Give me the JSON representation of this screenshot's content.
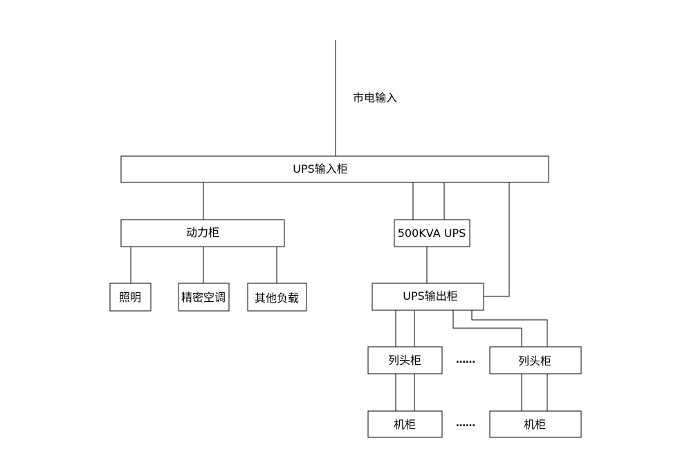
{
  "diagram": {
    "mains_input_label": "市电输入",
    "ups_input_cabinet": "UPS输入柜",
    "power_cabinet": "动力柜",
    "ups_unit": "500KVA UPS",
    "lighting": "照明",
    "precision_ac": "精密空调",
    "other_loads": "其他负载",
    "ups_output_cabinet": "UPS输出柜",
    "row_head_cabinet_left": "列头柜",
    "row_head_cabinet_right": "列头柜",
    "rack_left": "机柜",
    "rack_right": "机柜",
    "ellipsis_row_head": "……",
    "ellipsis_rack": "……"
  }
}
